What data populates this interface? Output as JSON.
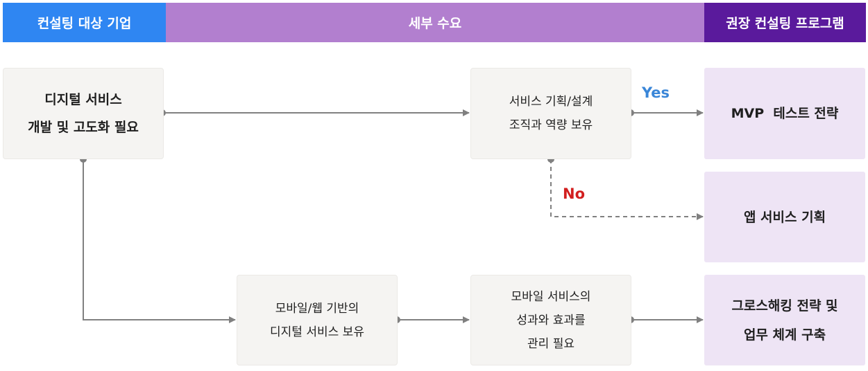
{
  "header": {
    "target": "컨설팅 대상 기업",
    "needs": "세부 수요",
    "program": "권장 컨설팅 프로그램",
    "colors": {
      "target": "#2f86f2",
      "needs": "#b27fcf",
      "program": "#5a1a9c"
    }
  },
  "nodes": {
    "start": {
      "line1": "디지털 서비스",
      "line2": "개발 및 고도화 필요"
    },
    "org": {
      "line1": "서비스 기획/설계",
      "line2": "조직과 역량 보유"
    },
    "mobile": {
      "line1": "모바일/웹 기반의",
      "line2": "디지털 서비스 보유"
    },
    "manage": {
      "line1": "모바일 서비스의",
      "line2": "성과와 효과를",
      "line3": "관리 필요"
    }
  },
  "results": {
    "mvp": {
      "line1": "MVP  테스트 전략"
    },
    "app": {
      "line1": "앱 서비스 기획"
    },
    "growth": {
      "line1": "그로스해킹 전략 및",
      "line2": "업무 체계 구축"
    }
  },
  "decisions": {
    "yes": "Yes",
    "no": "No"
  },
  "colors": {
    "yes": "#3a86d8",
    "no": "#d21f1f",
    "connector": "#808080",
    "node_fill": "#f5f4f2",
    "result_fill": "#eee4f5"
  }
}
